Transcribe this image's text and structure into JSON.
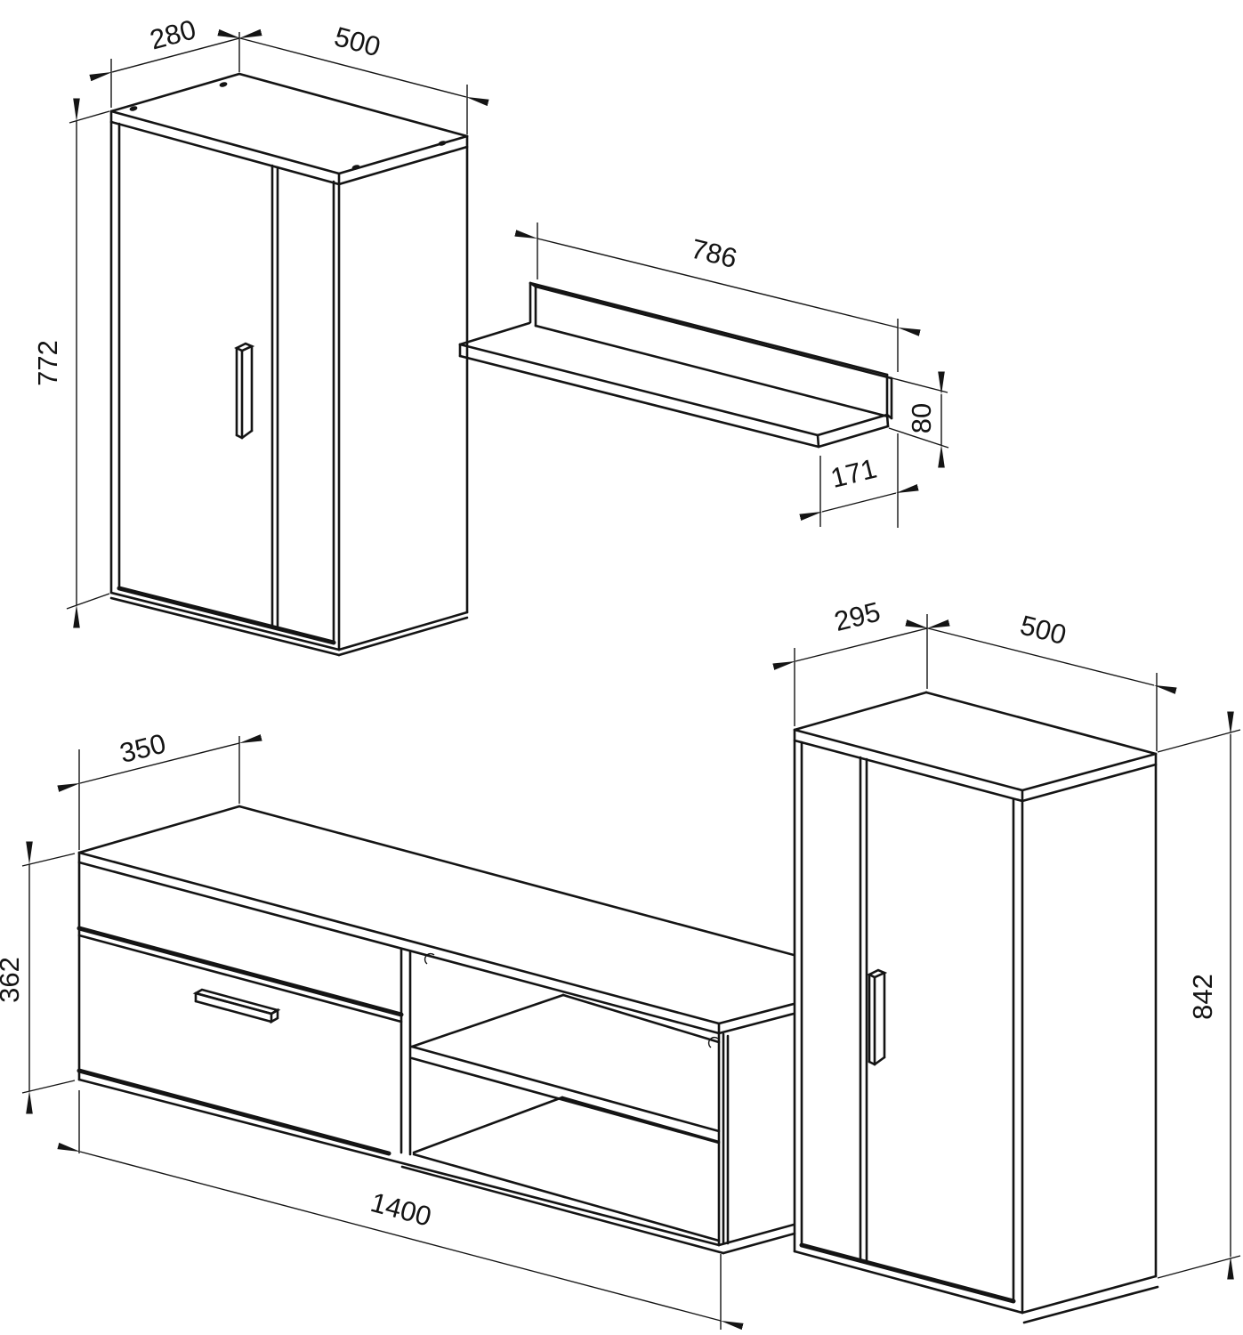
{
  "diagram_type": "furniture technical drawing",
  "line_color": "#141414",
  "dimensions": {
    "cabinet_top_left": {
      "depth": "280",
      "width": "500",
      "height": "772"
    },
    "wall_shelf": {
      "length": "786",
      "height": "80",
      "depth": "171"
    },
    "tv_stand": {
      "depth": "350",
      "height": "362",
      "width": "1400"
    },
    "cabinet_bottom_right": {
      "depth": "295",
      "width": "500",
      "height": "842"
    }
  }
}
